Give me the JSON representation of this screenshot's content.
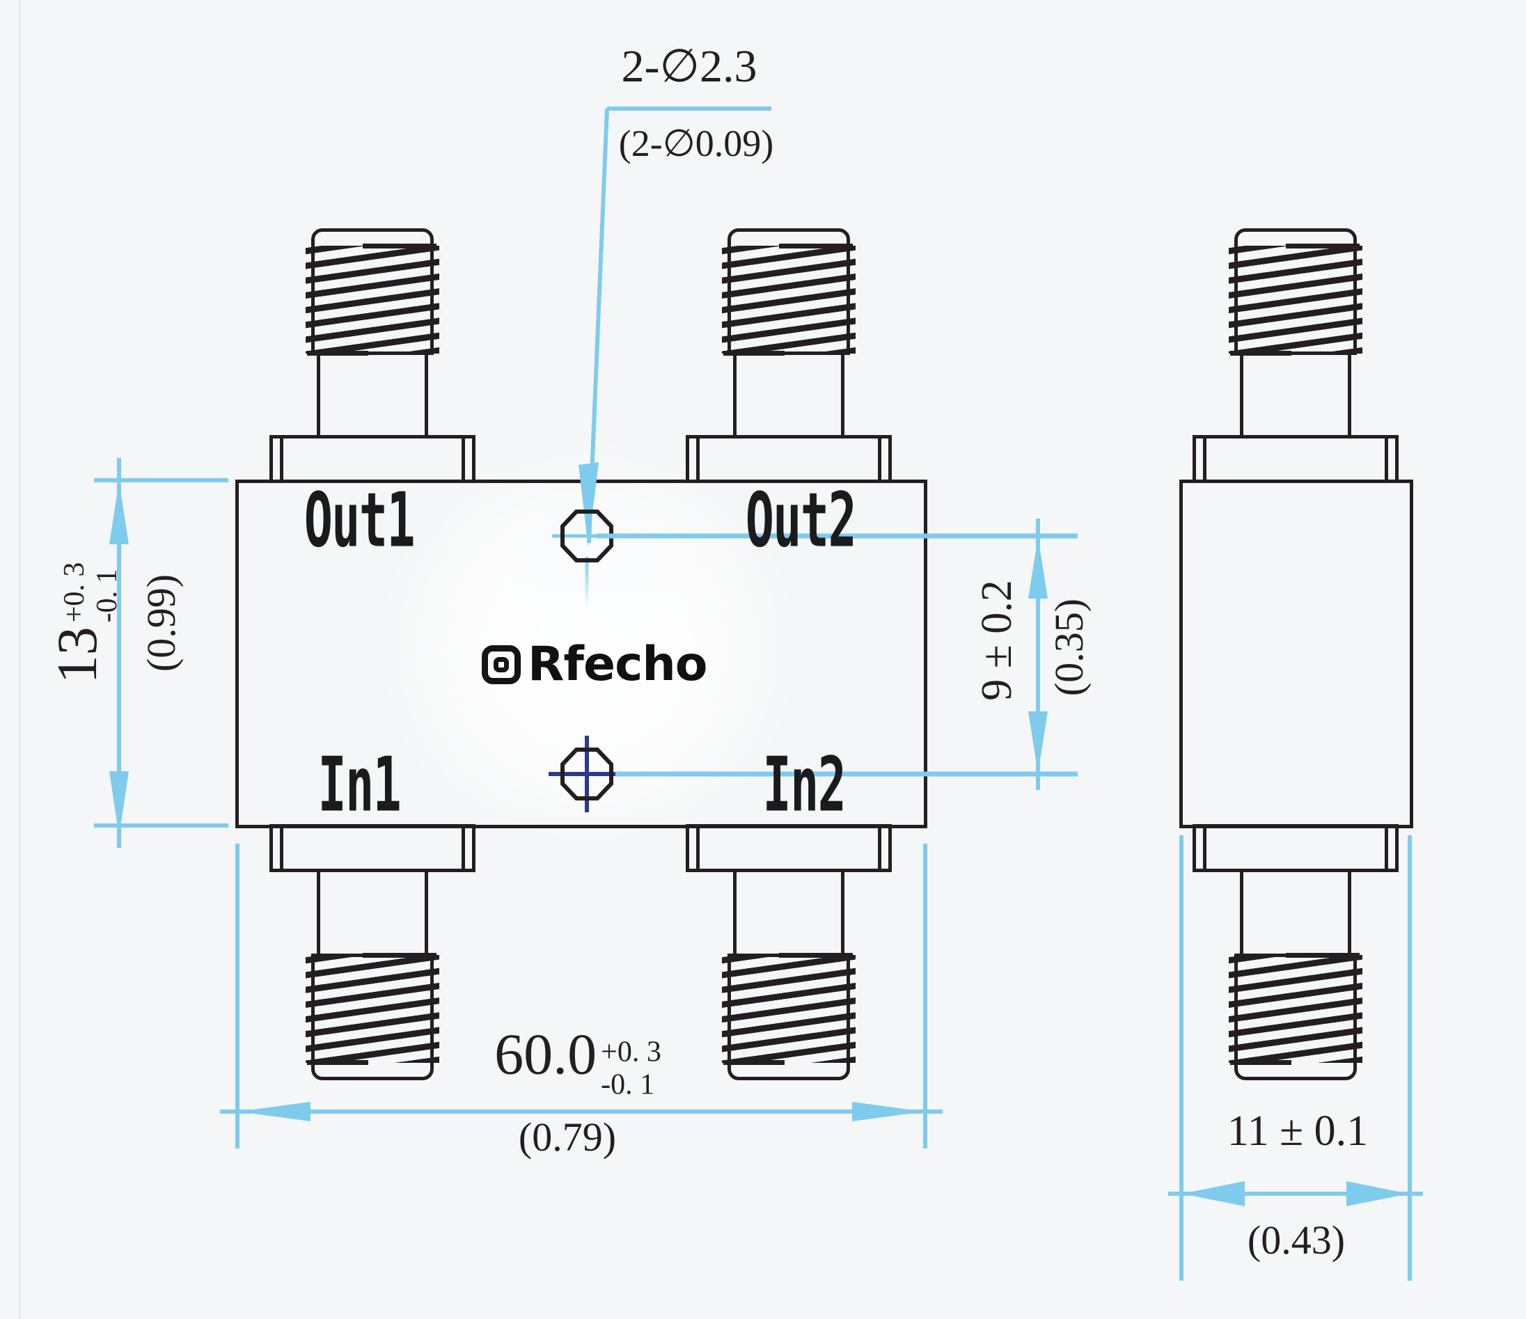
{
  "drawing": {
    "title_context": "2-way power divider outline drawing, front and side views",
    "port_labels": {
      "out1": "Out1",
      "out2": "Out2",
      "in1": "In1",
      "in2": "In2"
    },
    "watermark": {
      "brand": "Rfecho"
    },
    "annotations": {
      "holes": {
        "mm": "2-∅2.3",
        "inch": "(2-∅0.09)"
      },
      "height": {
        "value": "13",
        "tol_plus": "+0. 3",
        "tol_minus": "-0. 1",
        "inch": "(0.99)"
      },
      "hole_spacing": {
        "value": "9 ± 0.2",
        "inch": "(0.35)"
      },
      "width": {
        "value": "60.0",
        "tol_plus": "+0. 3",
        "tol_minus": "-0. 1",
        "inch": "(0.79)"
      },
      "depth": {
        "value": "11 ± 0.1",
        "inch": "(0.43)"
      }
    },
    "colors": {
      "dimension_blue": "#7ecbee",
      "crosshair_navy": "#2b3990",
      "line_black": "#231f20",
      "background": "#f5f6f7"
    }
  }
}
